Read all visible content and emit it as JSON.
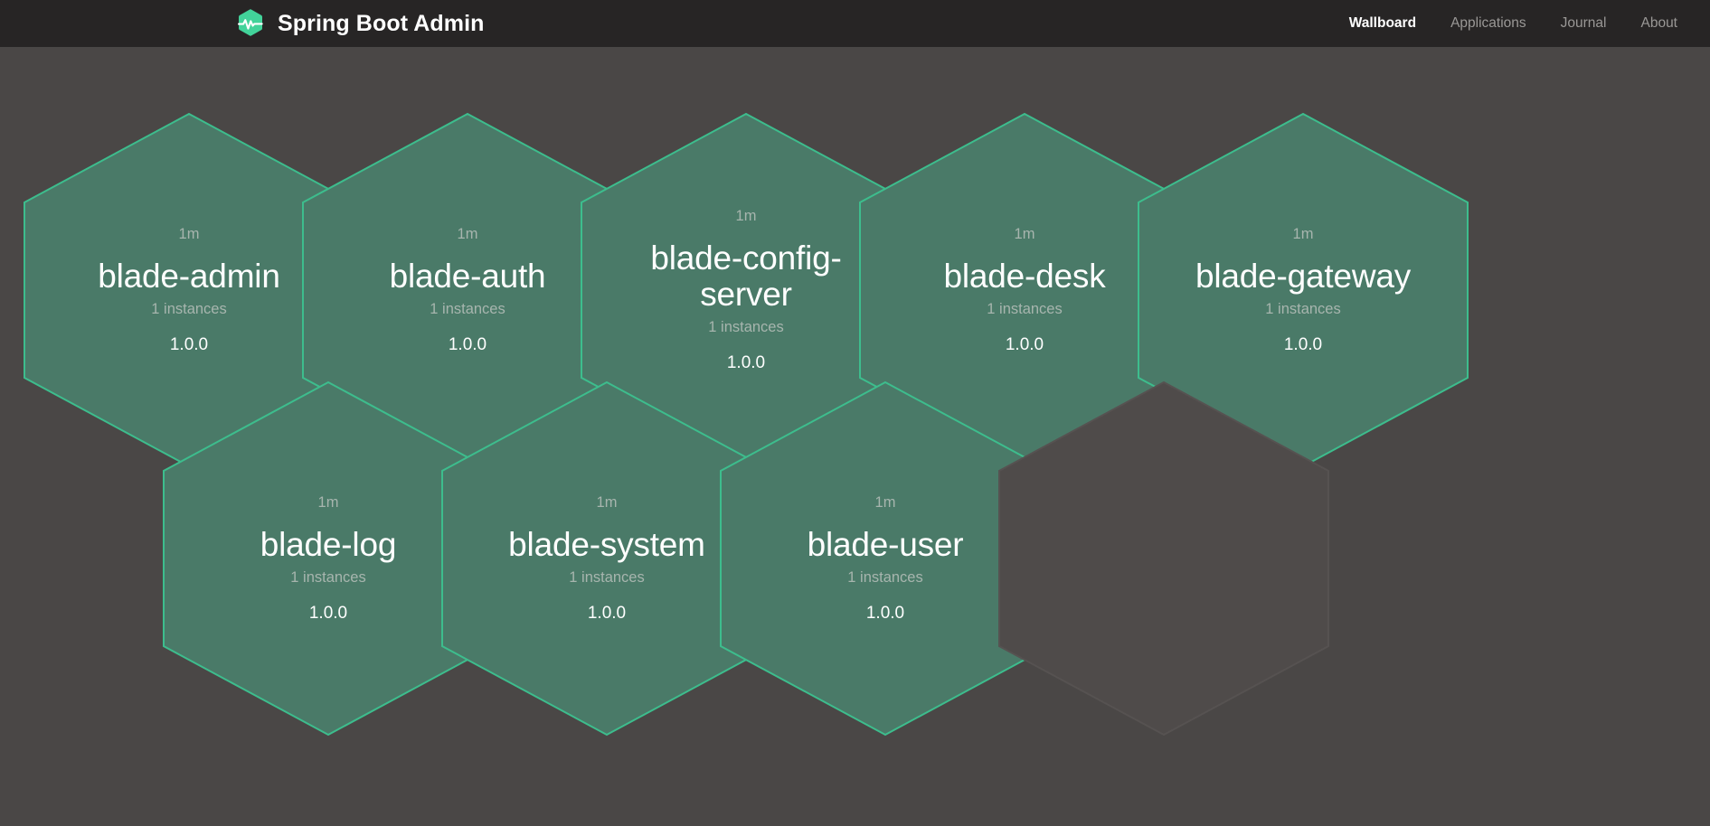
{
  "header": {
    "brand_title": "Spring Boot Admin",
    "logo_icon": "pulse-hexagon-logo",
    "nav": [
      {
        "label": "Wallboard",
        "active": true
      },
      {
        "label": "Applications",
        "active": false
      },
      {
        "label": "Journal",
        "active": false
      },
      {
        "label": "About",
        "active": false
      }
    ]
  },
  "colors": {
    "header_background": "#272525",
    "page_background": "#4a4746",
    "hex_fill": "#4a7a68",
    "hex_border": "#3dbd8d",
    "hex_empty_fill": "#4f4b4a",
    "hex_empty_border": "#565251",
    "brand_accent": "#42d39a",
    "text_primary": "#ffffff",
    "text_muted": "#a7b5ae",
    "nav_inactive": "#9a9896"
  },
  "wallboard": {
    "applications": [
      {
        "name": "blade-admin",
        "uptime": "1m",
        "instances": "1 instances",
        "version": "1.0.0",
        "status": "UP",
        "row": 0,
        "col": 0
      },
      {
        "name": "blade-auth",
        "uptime": "1m",
        "instances": "1 instances",
        "version": "1.0.0",
        "status": "UP",
        "row": 0,
        "col": 1
      },
      {
        "name": "blade-config-server",
        "uptime": "1m",
        "instances": "1 instances",
        "version": "1.0.0",
        "status": "UP",
        "row": 0,
        "col": 2
      },
      {
        "name": "blade-desk",
        "uptime": "1m",
        "instances": "1 instances",
        "version": "1.0.0",
        "status": "UP",
        "row": 0,
        "col": 3
      },
      {
        "name": "blade-gateway",
        "uptime": "1m",
        "instances": "1 instances",
        "version": "1.0.0",
        "status": "UP",
        "row": 0,
        "col": 4
      },
      {
        "name": "blade-log",
        "uptime": "1m",
        "instances": "1 instances",
        "version": "1.0.0",
        "status": "UP",
        "row": 1,
        "col": 0
      },
      {
        "name": "blade-system",
        "uptime": "1m",
        "instances": "1 instances",
        "version": "1.0.0",
        "status": "UP",
        "row": 1,
        "col": 1
      },
      {
        "name": "blade-user",
        "uptime": "1m",
        "instances": "1 instances",
        "version": "1.0.0",
        "status": "UP",
        "row": 1,
        "col": 2
      }
    ],
    "placeholder_count": 1
  }
}
